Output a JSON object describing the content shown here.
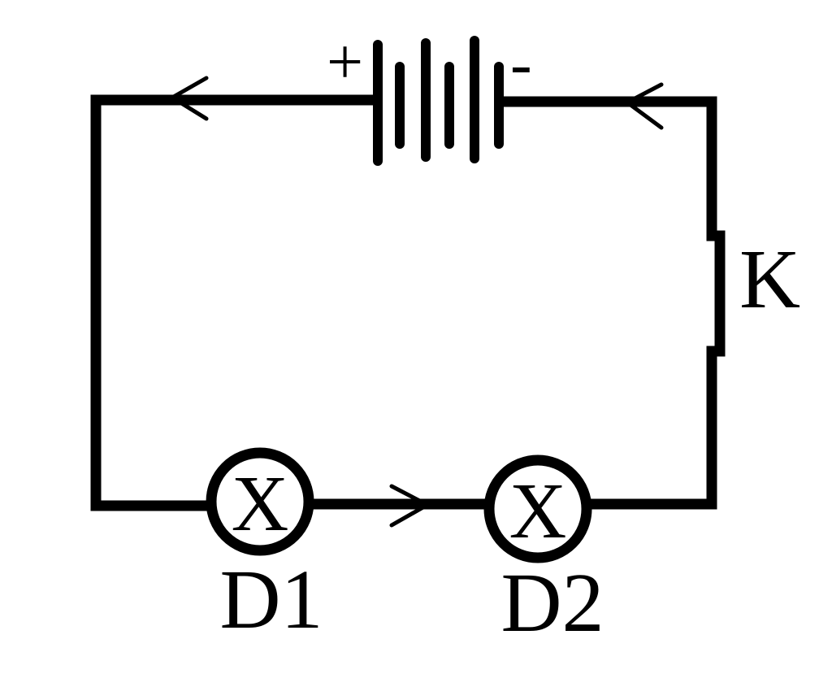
{
  "battery": {
    "plus": "+",
    "minus": "-"
  },
  "switch": {
    "label": "K"
  },
  "lamps": [
    {
      "mark": "X",
      "label": "D1"
    },
    {
      "mark": "X",
      "label": "D2"
    }
  ],
  "colors": {
    "line": "#000000",
    "background": "#ffffff"
  }
}
